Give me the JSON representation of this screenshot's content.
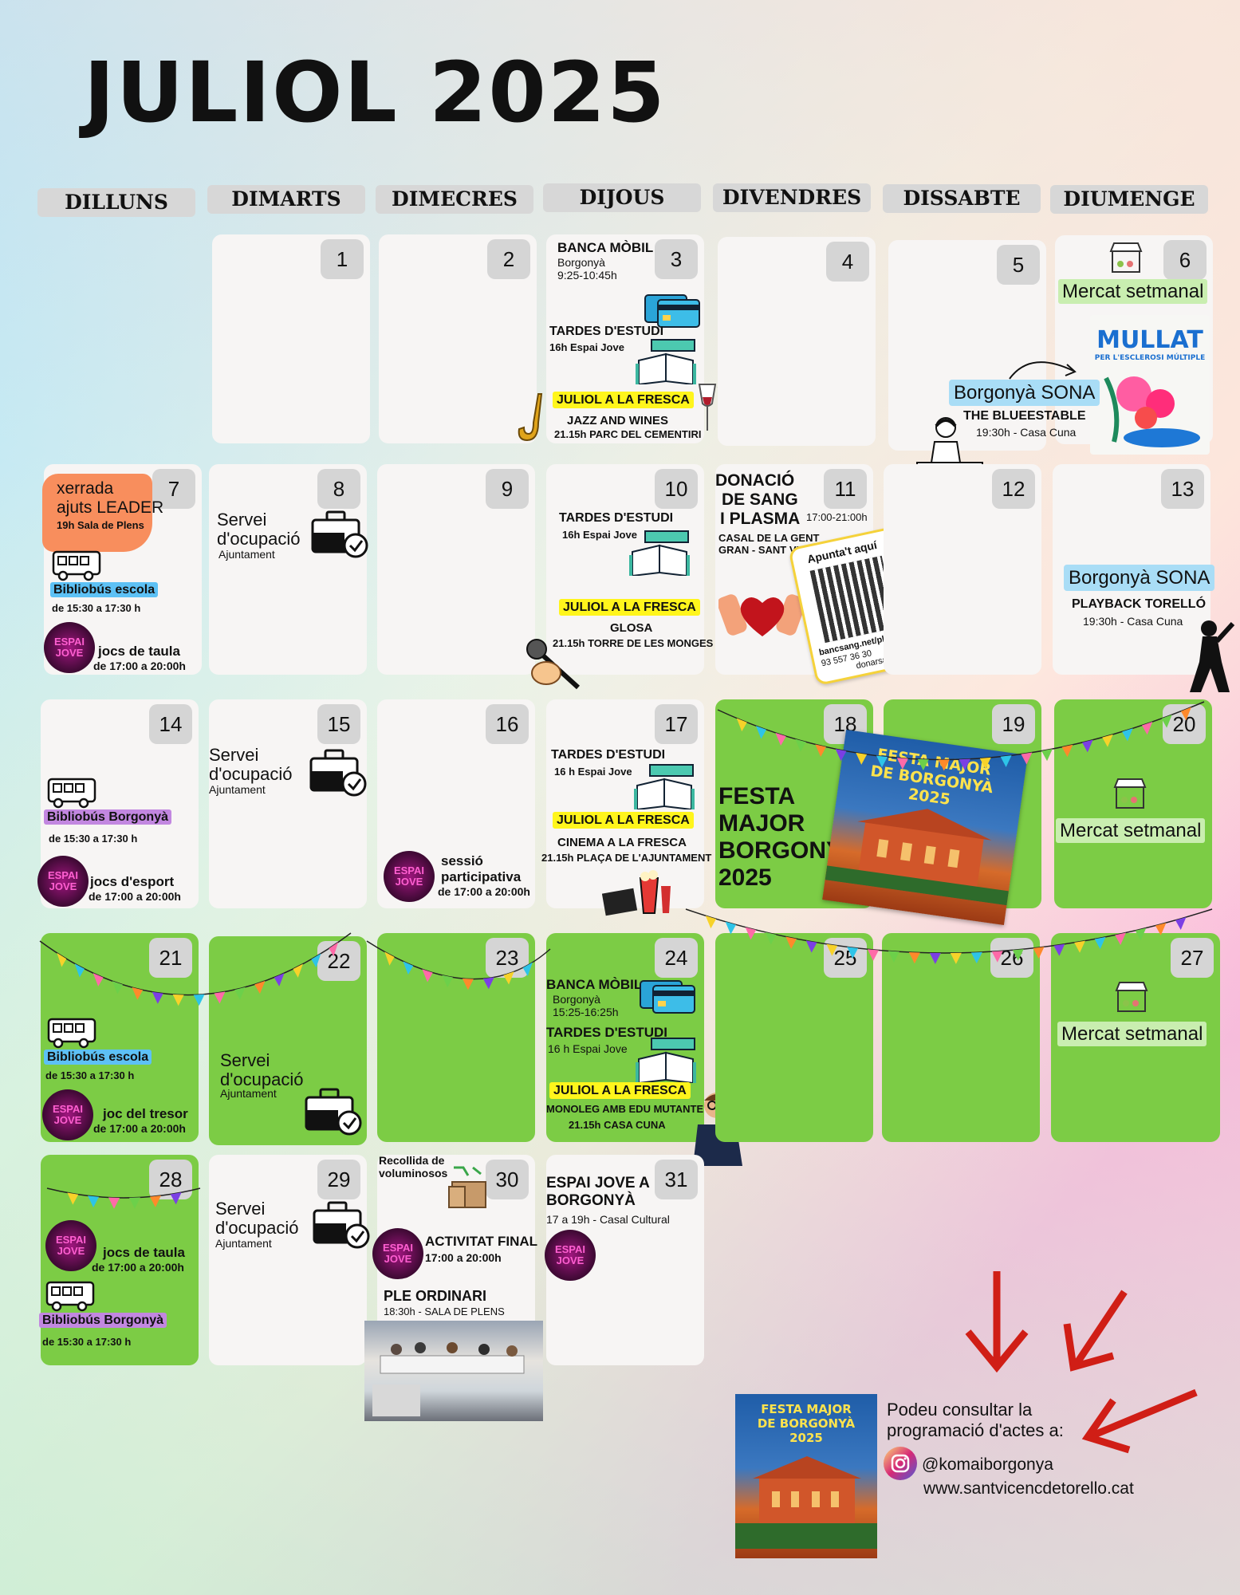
{
  "title": "JULIOL 2025",
  "days": [
    "DILLUNS",
    "DIMARTS",
    "DIMECRES",
    "DIJOUS",
    "DIVENDRES",
    "DISSABTE",
    "DIUMENGE"
  ],
  "cells": {
    "d1": "1",
    "d2": "2",
    "d3": "3",
    "d4": "4",
    "d5": "5",
    "d6": "6",
    "d7": "7",
    "d8": "8",
    "d9": "9",
    "d10": "10",
    "d11": "11",
    "d12": "12",
    "d13": "13",
    "d14": "14",
    "d15": "15",
    "d16": "16",
    "d17": "17",
    "d18": "18",
    "d19": "19",
    "d20": "20",
    "d21": "21",
    "d22": "22",
    "d23": "23",
    "d24": "24",
    "d25": "25",
    "d26": "26",
    "d27": "27",
    "d28": "28",
    "d29": "29",
    "d30": "30",
    "d31": "31"
  },
  "e3": {
    "a": "BANCA MÒBIL",
    "b": "Borgonyà",
    "c": "9:25-10:45h",
    "d": "TARDES D'ESTUDI",
    "e": "16h Espai Jove",
    "f": "JULIOL A LA FRESCA",
    "g": "JAZZ AND WINES",
    "h": "21.15h PARC DEL CEMENTIRI"
  },
  "e6": {
    "a": "Mercat setmanal",
    "p1": "MULLAT",
    "p2": "PER L'ESCLEROSI MÚLTIPLE",
    "s1": "Borgonyà SONA",
    "s2": "THE BLUEESTABLE",
    "s3": "19:30h - Casa Cuna"
  },
  "e7": {
    "a": "xerrada",
    "b": "ajuts LEADER",
    "c": "19h Sala de Plens",
    "d": "Bibliobús escola",
    "e": "de 15:30 a 17:30 h",
    "f": "jocs de taula",
    "g": "de 17:00 a 20:00h"
  },
  "e8": {
    "a": "Servei",
    "b": "d'ocupació",
    "c": "Ajuntament"
  },
  "e10": {
    "a": "TARDES D'ESTUDI",
    "b": "16h Espai Jove",
    "c": "JULIOL A LA FRESCA",
    "d": "GLOSA",
    "e": "21.15h TORRE DE LES MONGES"
  },
  "e11": {
    "a": "DONACIÓ",
    "b": "DE SANG",
    "c": "I PLASMA",
    "d": "17:00-21:00h",
    "e": "CASAL DE LA GENT",
    "f": "GRAN - SANT VICENÇ",
    "q1": "Apunta't aquí",
    "q2": "bancsang.net/plasma",
    "q3": "93 557 36 30",
    "q4": "donarsang"
  },
  "e13": {
    "a": "Borgonyà SONA",
    "b": "PLAYBACK TORELLÓ",
    "c": "19:30h - Casa Cuna"
  },
  "e14": {
    "a": "Bibliobús Borgonyà",
    "b": "de 15:30 a 17:30 h",
    "c": "jocs d'esport",
    "d": "de 17:00 a 20:00h"
  },
  "e15": {
    "a": "Servei",
    "b": "d'ocupació",
    "c": "Ajuntament"
  },
  "e16": {
    "a": "sessió",
    "b": "participativa",
    "c": "de 17:00 a 20:00h"
  },
  "e17": {
    "a": "TARDES D'ESTUDI",
    "b": "16 h Espai Jove",
    "c": "JULIOL A LA FRESCA",
    "d": "CINEMA A LA FRESCA",
    "e": "21.15h  PLAÇA DE L'AJUNTAMENT"
  },
  "e18": {
    "a": "FESTA",
    "b": "MAJOR",
    "c": "BORGONYÀ",
    "d": "2025",
    "p1": "FESTA MAJOR",
    "p2": "DE BORGONYÀ",
    "p3": "2025"
  },
  "e20": {
    "a": "Mercat setmanal"
  },
  "e21": {
    "a": "Bibliobús escola",
    "b": "de 15:30 a 17:30 h",
    "c": "joc del tresor",
    "d": "de 17:00 a 20:00h"
  },
  "e22": {
    "a": "Servei",
    "b": "d'ocupació",
    "c": "Ajuntament"
  },
  "e24": {
    "a": "BANCA MÒBIL",
    "b": "Borgonyà",
    "c": "15:25-16:25h",
    "d": "TARDES D'ESTUDI",
    "e": "16 h Espai Jove",
    "f": "JULIOL A LA FRESCA",
    "g": "MONOLEG AMB EDU MUTANTE",
    "h": "21.15h  CASA CUNA"
  },
  "e27": {
    "a": "Mercat setmanal"
  },
  "e28": {
    "a": "jocs de taula",
    "b": "de 17:00 a 20:00h",
    "c": "Bibliobús Borgonyà",
    "d": "de 15:30 a 17:30 h"
  },
  "e29": {
    "a": "Servei",
    "b": "d'ocupació",
    "c": "Ajuntament"
  },
  "e30": {
    "a": "Recollida de",
    "b": "voluminosos",
    "c": "ACTIVITAT FINAL",
    "d": "17:00 a 20:00h",
    "e": "PLE ORDINARI",
    "f": "18:30h - SALA DE PLENS"
  },
  "e31": {
    "a": "ESPAI JOVE A",
    "b": "BORGONYÀ",
    "c": "17 a 19h - Casal Cultural"
  },
  "espai_jove": {
    "l1": "ESPAI",
    "l2": "JOVE"
  },
  "footer": {
    "p1": "FESTA MAJOR",
    "p2": "DE BORGONYÀ",
    "p3": "2025",
    "line1": "Podeu consultar la",
    "line2": "programació d'actes a:",
    "ig": "@komaiborgonya",
    "web": "www.santvicencdetorello.cat"
  },
  "colors": {
    "green": "#7ccc45",
    "yellow": "#fff51c",
    "blue": "#5dc1f5",
    "purple": "#c287e0",
    "orange": "#f88e5d",
    "arrow": "#d01e16"
  }
}
